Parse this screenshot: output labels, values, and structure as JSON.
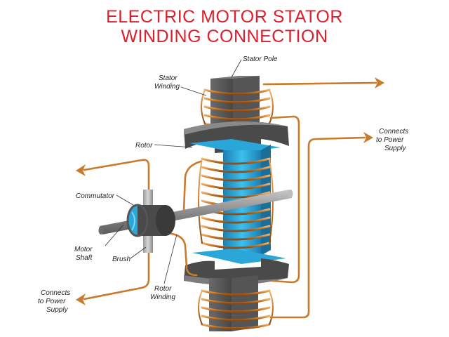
{
  "title": {
    "line1": "ELECTRIC MOTOR STATOR",
    "line2": "WINDING CONNECTION"
  },
  "labels": {
    "stator_pole": "Stator Pole",
    "stator_winding": [
      "Stator",
      "Winding"
    ],
    "rotor": "Rotor",
    "commutator": "Commutator",
    "motor_shaft": [
      "Motor",
      "Shaft"
    ],
    "brush": "Brush",
    "rotor_winding": [
      "Rotor",
      "Winding"
    ],
    "connects_right": [
      "Connects",
      "to  Power",
      "Supply"
    ],
    "connects_left": [
      "Connects",
      "to  Power",
      "Supply"
    ]
  },
  "colors": {
    "title": "#e01e2b",
    "copper": "#c97a2a",
    "rotor_blue": "#2aa7d8",
    "pole_gray": "#5a5a5a",
    "shaft_gray": "#8a8a8a"
  }
}
